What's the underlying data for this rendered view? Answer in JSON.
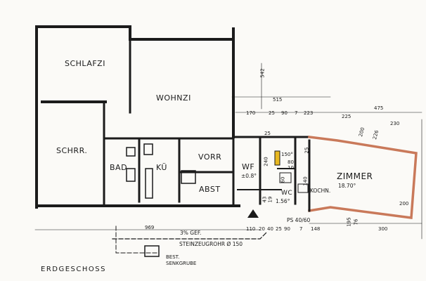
{
  "plan_title": "ERDGESCHOSS",
  "rooms": {
    "schlafzi": "SCHLAFZI",
    "wohnzi": "WOHNZI",
    "schrr": "SCHRR.",
    "bad": "BAD",
    "kue": "KÜ",
    "vorr": "VORR",
    "abst": "ABST",
    "wf": "WF",
    "wf_level": "±0.8°",
    "wc": "WC",
    "zimmer": "ZIMMER",
    "zimmer_area": "18.70°",
    "kochn": "KOCHN.",
    "wc_dim": "1.56°"
  },
  "dimensions": {
    "d542": "542",
    "d515": "515",
    "d170": "170",
    "d25a": "25",
    "d90": "90",
    "d7a": "7",
    "d223": "223",
    "d225": "225",
    "d475": "475",
    "d200a": "200",
    "d226": "226",
    "d230": "230",
    "d240": "240",
    "d150": "150°",
    "d80": "80",
    "d10a": "10",
    "d60": "60",
    "d140": "140",
    "d969": "969",
    "d110": "110",
    "d20a": "20",
    "d40": "40",
    "d25b": "25",
    "d90b": "90",
    "d7b": "7",
    "d148": "148",
    "d300": "300",
    "d76": "76",
    "d195": "195",
    "d200b": "200",
    "d25c": "25",
    "d43": "43",
    "d19": "19",
    "d25d": "25"
  },
  "notes": {
    "ps": "PS 40/60",
    "gef": "3% GEF.",
    "steinzeug": "STEINZEUGROHR Ø 150",
    "best1": "BEST.",
    "best2": "SENKGRUBE"
  },
  "colors": {
    "walls": "#1b1b1b",
    "brick_wall": "#c9795a",
    "chimney": "#e8b820",
    "paper": "#fbfaf7"
  }
}
